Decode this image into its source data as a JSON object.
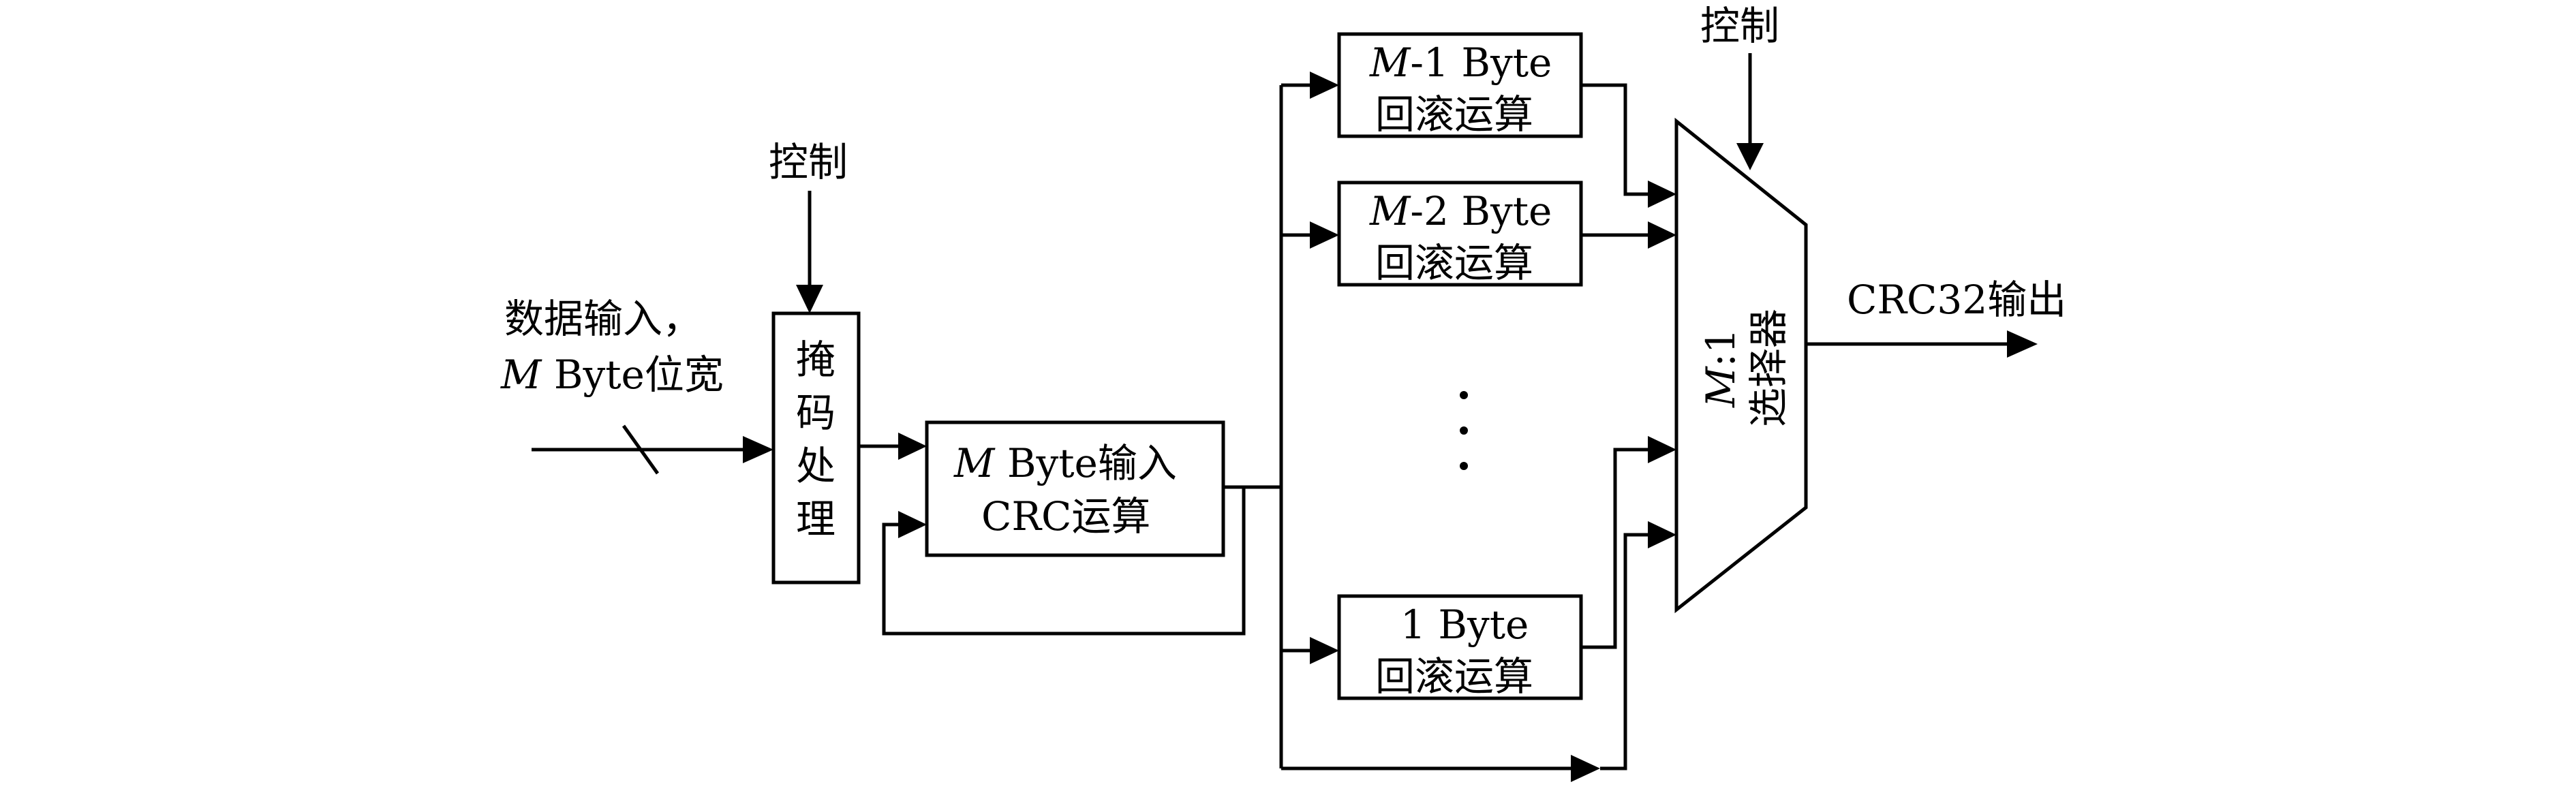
{
  "labels": {
    "data_input_line1": "数据输入，",
    "data_input_line2_m": "M",
    "data_input_line2_rest": " Byte位宽",
    "control_left": "控制",
    "control_top": "控制",
    "mask": [
      "掩",
      "码",
      "处",
      "理"
    ],
    "crc_block_line1_m": "M",
    "crc_block_line1_rest": " Byte输入",
    "crc_block_line2": "CRC运算",
    "rollback_m1_m": "M",
    "rollback_m1_rest": "-1 Byte",
    "rollback_m2_m": "M",
    "rollback_m2_rest": "-2 Byte",
    "rollback_1": "1 Byte",
    "rollback_op": "回滚运算",
    "mux_line1_m": "M",
    "mux_line1_rest": ":1",
    "mux_line2": "选择器",
    "output": "CRC32输出"
  },
  "colors": {
    "line": "#000000",
    "background": "#ffffff"
  }
}
